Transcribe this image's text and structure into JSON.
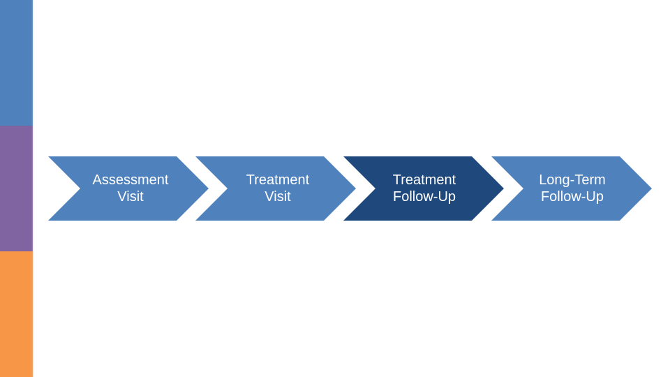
{
  "slide": {
    "side_bar_colors": [
      "#4f81bd",
      "#8064a2",
      "#f79646"
    ],
    "steps": [
      {
        "label": "Assessment\nVisit",
        "fill": "#4f81bd",
        "active": false
      },
      {
        "label": "Treatment\nVisit",
        "fill": "#4f81bd",
        "active": false
      },
      {
        "label": "Treatment\nFollow-Up",
        "fill": "#1f497d",
        "active": true
      },
      {
        "label": "Long-Term\nFollow-Up",
        "fill": "#4f81bd",
        "active": false
      }
    ]
  }
}
